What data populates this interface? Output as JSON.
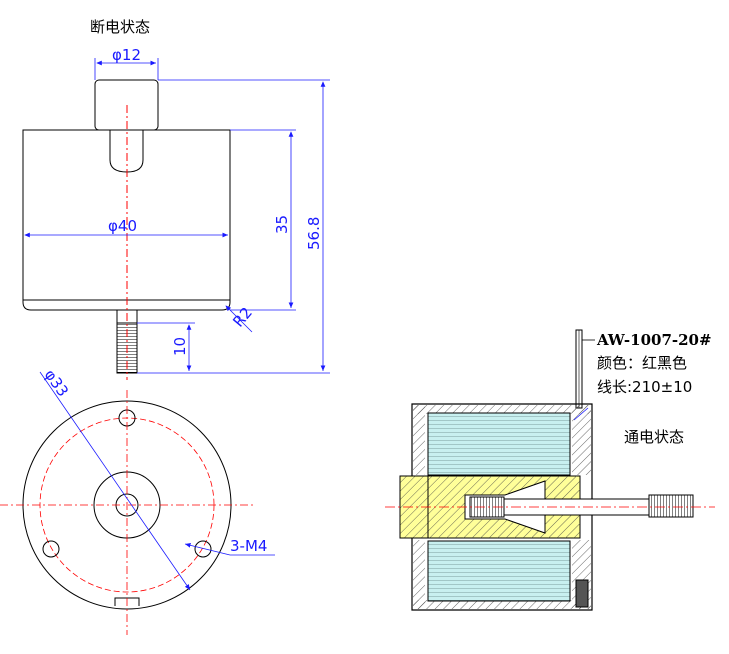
{
  "labels": {
    "state_off": "断电状态",
    "state_on": "通电状态",
    "wire_model": "AW-1007-20#",
    "wire_color": "颜色：红黑色",
    "wire_length": "线长:210±10"
  },
  "dimensions": {
    "shaft_diameter": "φ12",
    "body_diameter": "φ40",
    "body_height": "35",
    "total_height": "56.8",
    "radius": "R2",
    "thread_length": "10",
    "hole_circle": "φ33",
    "holes": "3-M4"
  },
  "colors": {
    "outline": "#000000",
    "dimension": "#1a1aff",
    "centerline": "#ff0000",
    "coil_fill": "#c8f0f0",
    "core_fill": "#ffff99",
    "hatch": "#333333"
  }
}
